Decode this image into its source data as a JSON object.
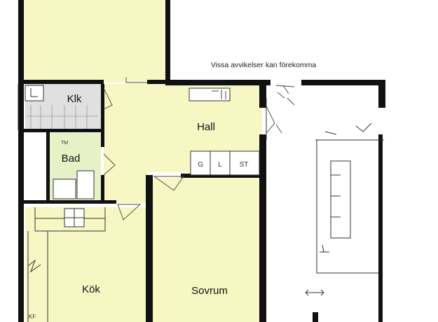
{
  "note": "Vissa avvikelser kan förekomma",
  "rooms": {
    "klk": "Klk",
    "hall": "Hall",
    "bad": "Bad",
    "kok": "Kök",
    "sovrum": "Sovrum"
  },
  "fixtures": {
    "tm": "TM",
    "kf": "KF",
    "g": "G",
    "l": "L",
    "st": "ST"
  },
  "colors": {
    "room_fill": "#f7f7c4",
    "wall": "#111111",
    "tile": "#e0e0e0",
    "bath_fill": "#e6f2c6"
  }
}
